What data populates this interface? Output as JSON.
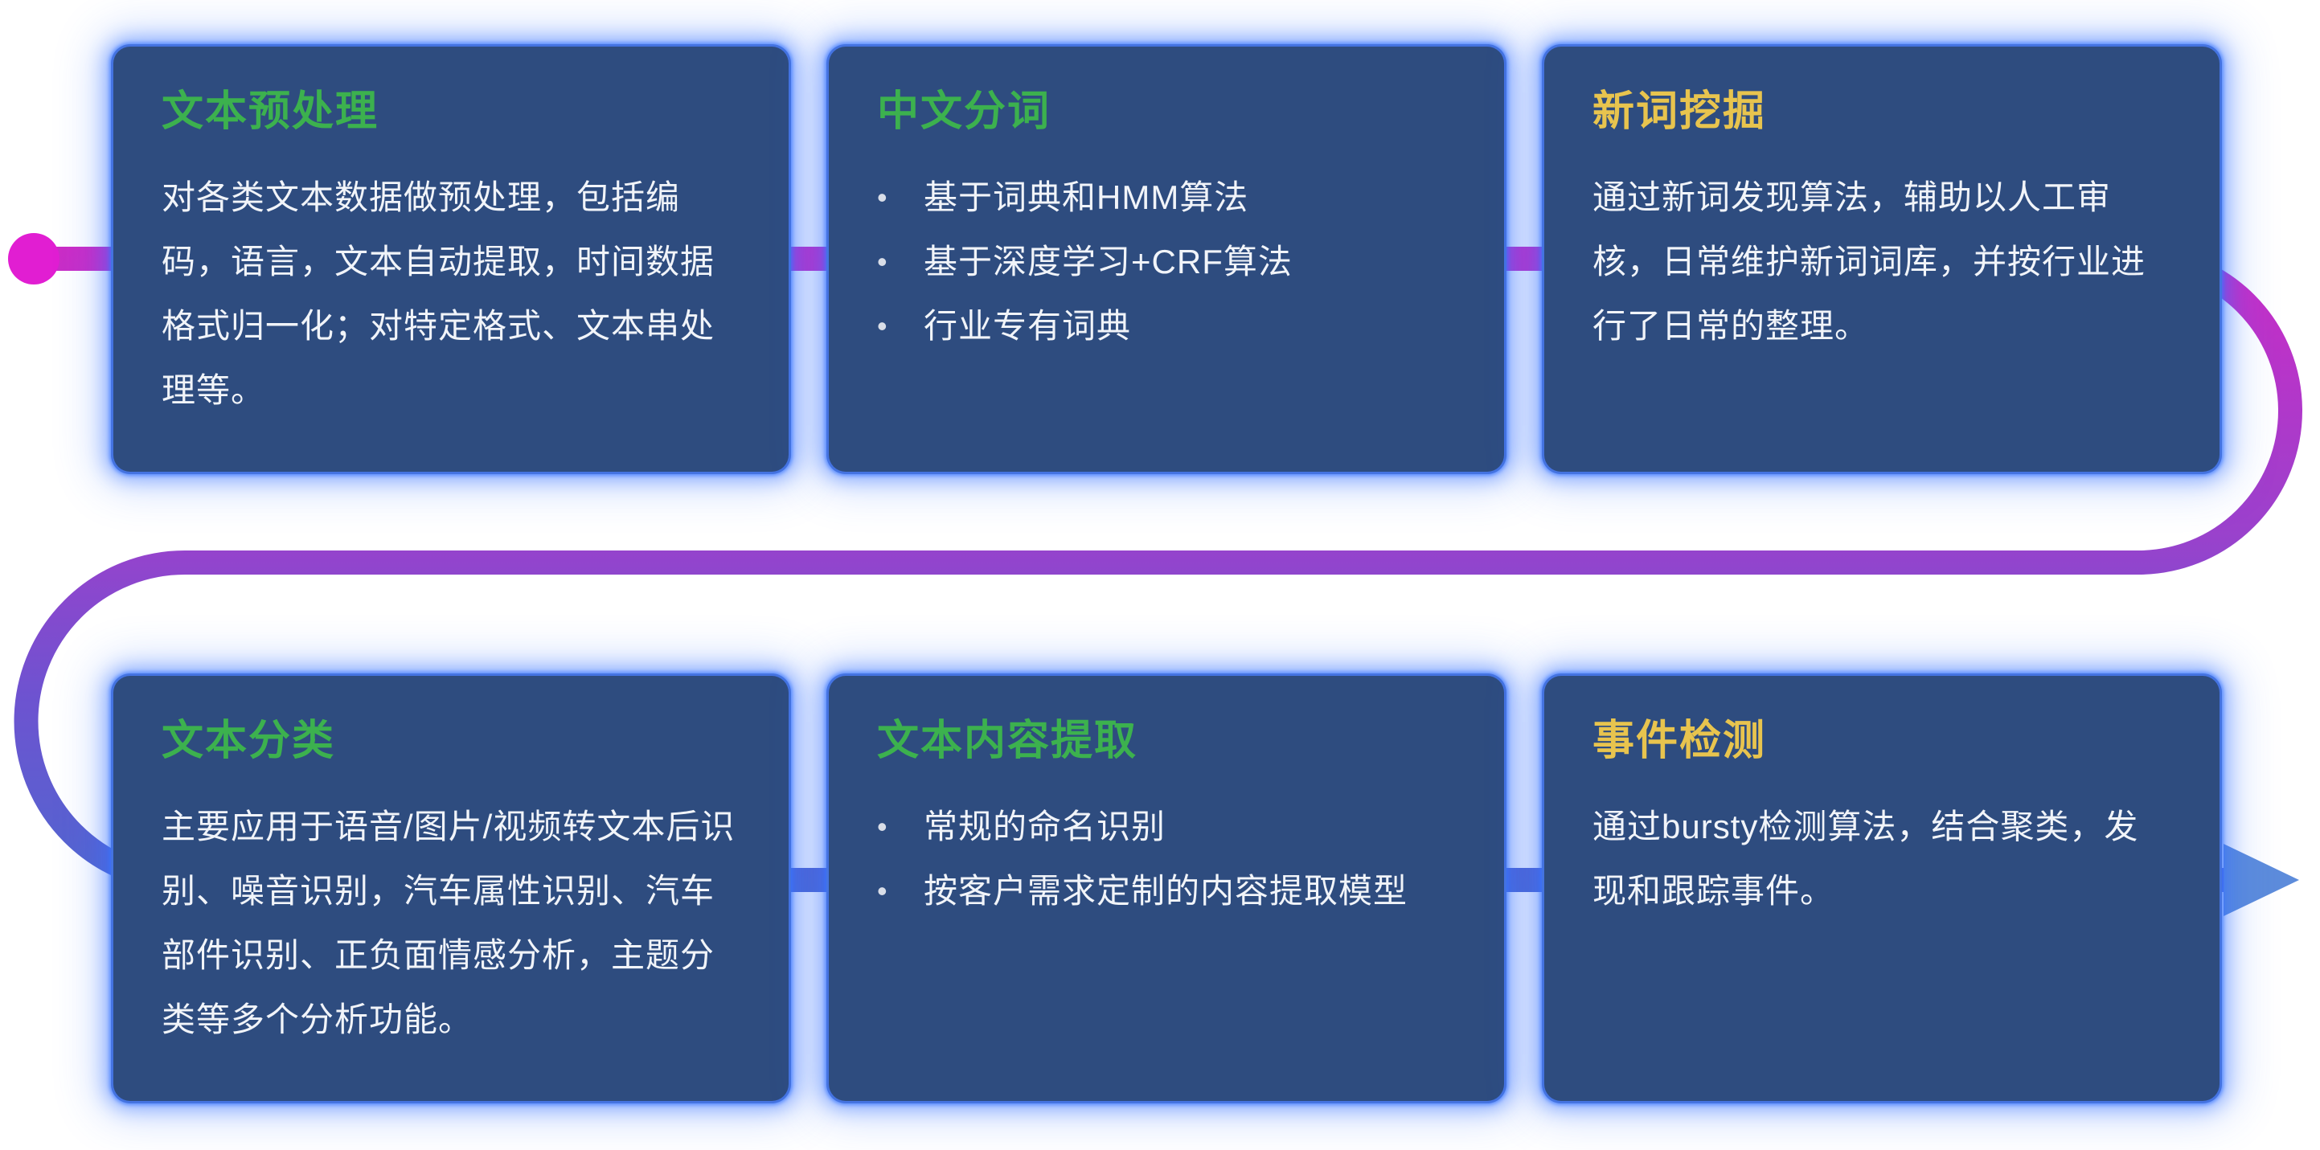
{
  "page": {
    "background_color": "#ffffff"
  },
  "flow": {
    "start_dot_color": "#e11ed2",
    "gradient_colors": [
      "#d02ac6",
      "#9b41cc",
      "#4f68d0"
    ],
    "arrow_color": "#5d8cdb"
  },
  "cards": [
    {
      "title": "文本预处理",
      "accent_color": "#3cb14e",
      "paragraph": "对各类文本数据做预处理，包括编码，语言，文本自动提取，时间数据格式归一化；对特定格式、文本串处理等。",
      "bullets": []
    },
    {
      "title": "中文分词",
      "accent_color": "#3cb14e",
      "paragraph": "",
      "bullets": [
        "基于词典和HMM算法",
        "基于深度学习+CRF算法",
        "行业专有词典"
      ]
    },
    {
      "title": "新词挖掘",
      "accent_color": "#e8c44e",
      "paragraph": "通过新词发现算法，辅助以人工审核，日常维护新词词库，并按行业进行了日常的整理。",
      "bullets": []
    },
    {
      "title": "文本分类",
      "accent_color": "#3cb14e",
      "paragraph": "主要应用于语音/图片/视频转文本后识别、噪音识别，汽车属性识别、汽车部件识别、正负面情感分析，主题分类等多个分析功能。",
      "bullets": []
    },
    {
      "title": "文本内容提取",
      "accent_color": "#3cb14e",
      "paragraph": "",
      "bullets": [
        "常规的命名识别",
        "按客户需求定制的内容提取模型"
      ]
    },
    {
      "title": "事件检测",
      "accent_color": "#e8c44e",
      "paragraph": "通过bursty检测算法，结合聚类，发现和跟踪事件。",
      "bullets": []
    }
  ]
}
